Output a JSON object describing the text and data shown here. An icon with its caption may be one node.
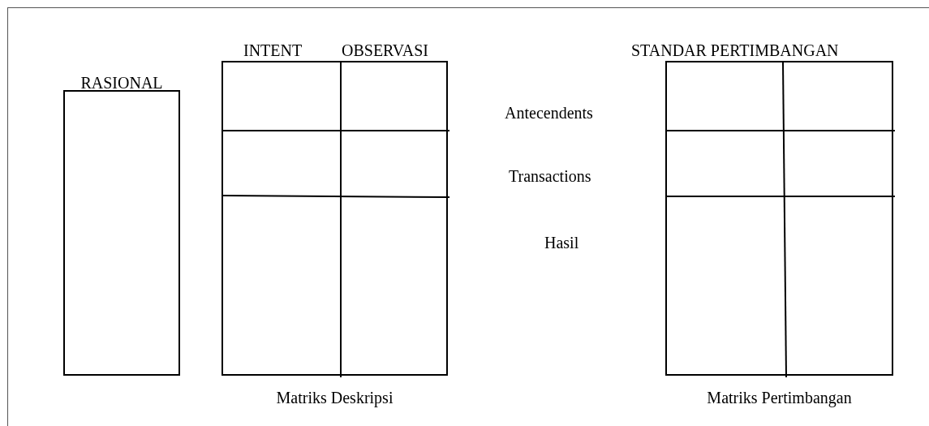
{
  "diagram": {
    "nodes": [
      {
        "text": [
          "RASIONAL"
        ]
      },
      {
        "text": [
          "Matriks Deskripsi"
        ]
      },
      {
        "text": [
          "Matriks Pertimbangan"
        ]
      }
    ],
    "labels": [
      "INTENT",
      "OBSERVASI",
      "STANDAR PERTIMBANGAN",
      "Antecendents",
      "Transactions",
      "Hasil"
    ]
  }
}
